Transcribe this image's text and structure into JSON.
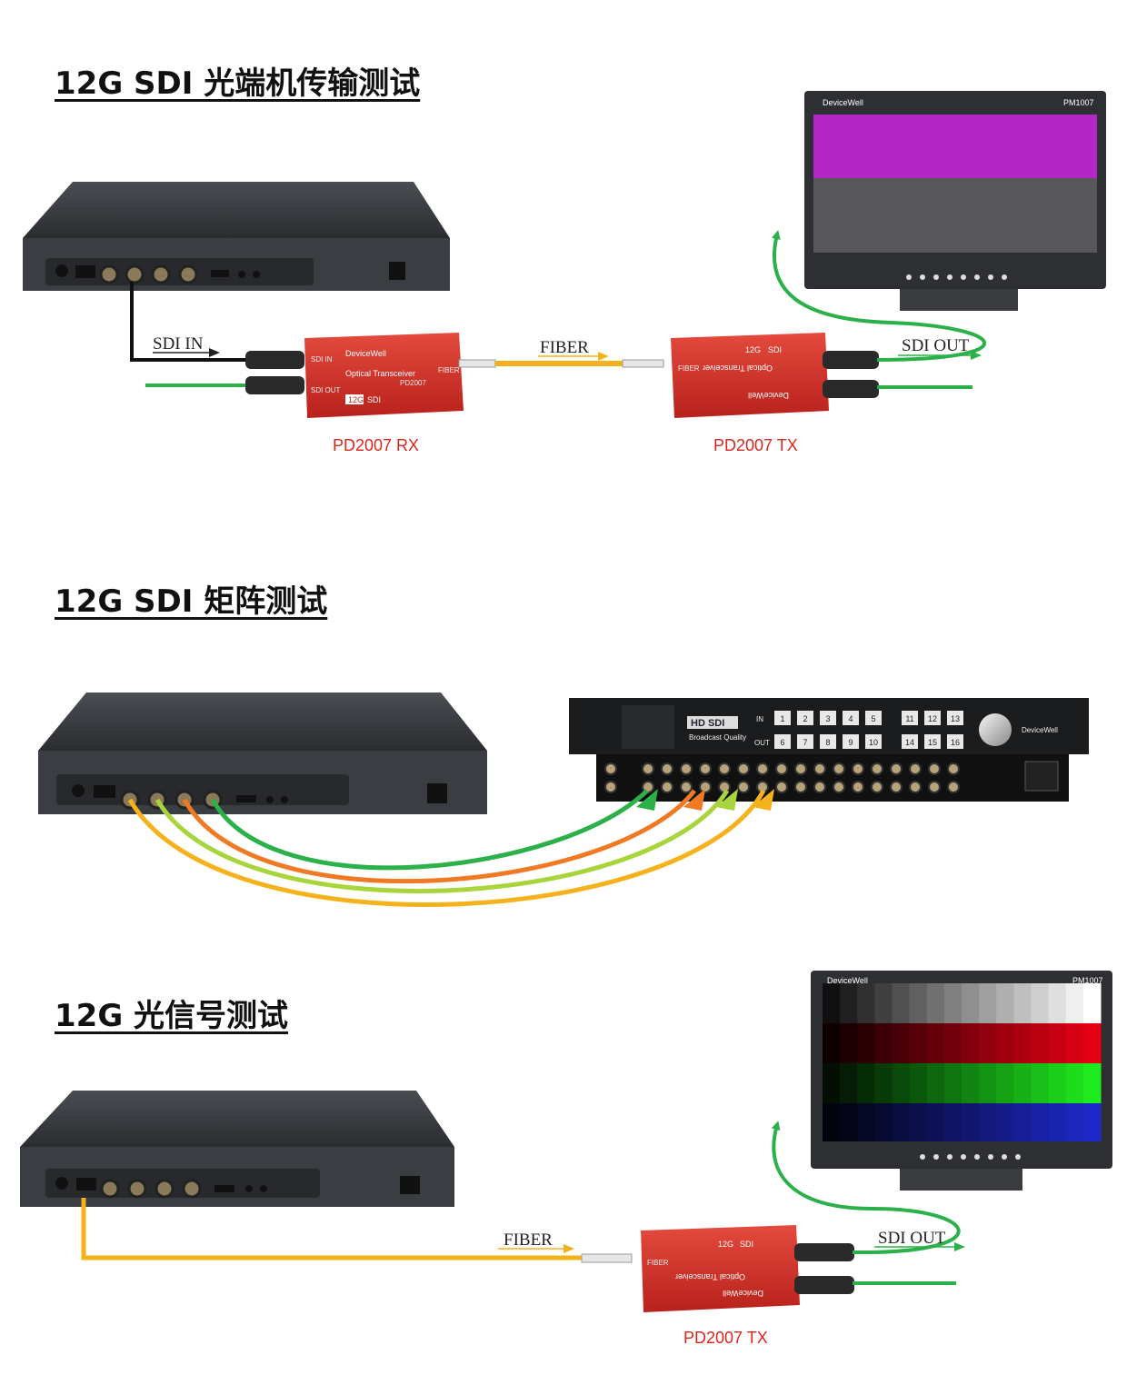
{
  "sections": [
    {
      "title": "12G SDI 光端机传输测试"
    },
    {
      "title": "12G SDI  矩阵测试"
    },
    {
      "title": "12G  光信号测试"
    }
  ],
  "labels": {
    "sdi_in": "SDI IN",
    "fiber": "FIBER",
    "sdi_out": "SDI OUT",
    "rx_name": "PD2007 RX",
    "tx_name": "PD2007 TX"
  },
  "brand": {
    "name": "DeviceWell",
    "monitor_model": "PM1007",
    "transceiver_title": "Optical Transceiver",
    "transceiver_model": "PD2007",
    "badge_12g": "12G",
    "badge_sdi": "SDI",
    "port_sdi_in": "SDI IN",
    "port_sdi_out": "SDI OUT",
    "port_fiber": "FIBER",
    "matrix_logo": "HD SDI",
    "matrix_sub": "Broadcast Quality",
    "matrix_in": "IN",
    "matrix_out": "OUT"
  },
  "matrix_buttons": [
    "1",
    "2",
    "3",
    "4",
    "5",
    "6",
    "7",
    "8",
    "9",
    "10",
    "11",
    "12",
    "13",
    "14",
    "15",
    "16"
  ],
  "colors": {
    "cable_green": "#2bb04a",
    "cable_orange": "#f07a24",
    "cable_lime": "#a8d43c",
    "cable_yellow": "#f5b21c",
    "fiber_yellow": "#f3b21a",
    "device_red": "#d4312a",
    "label_red": "#d9261c",
    "monitor_magenta": "#b526c9"
  }
}
